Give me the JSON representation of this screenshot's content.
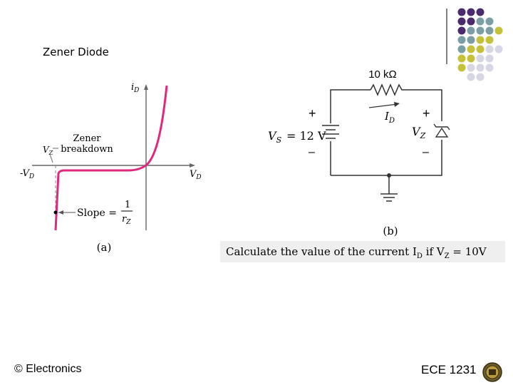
{
  "slide": {
    "title": "Zener Diode",
    "footer_left": "© Electronics",
    "footer_right": "ECE 1231",
    "accent_colors": [
      "#4b2a6e",
      "#7a9ea3",
      "#c6c13a",
      "#d6d6e4"
    ]
  },
  "figure_a": {
    "axis_y": "i",
    "axis_y_sub": "D",
    "axis_x": "V",
    "axis_x_sub": "D",
    "axis_neg_x": "-V",
    "axis_neg_x_sub": "D",
    "vz_label": "V",
    "vz_sub": "Z",
    "zener_label_1": "Zener",
    "zener_label_2": "breakdown",
    "slope_label": "Slope =",
    "slope_num": "1",
    "slope_den": "r",
    "slope_den_sub": "Z",
    "caption": "(a)",
    "curve_color": "#e0287d"
  },
  "figure_b": {
    "resistor_label": "10 kΩ",
    "current_label": "I",
    "current_sub": "D",
    "source_label": "V",
    "source_sub": "S",
    "source_value": "= 12 V",
    "zener_label": "V",
    "zener_sub": "Z",
    "plus": "+",
    "minus": "–",
    "caption": "(b)"
  },
  "question": {
    "text_before": "Calculate the value of the current I",
    "text_sub1": "D",
    "text_mid": " if V",
    "text_sub2": "Z",
    "text_after": " = 10V"
  }
}
